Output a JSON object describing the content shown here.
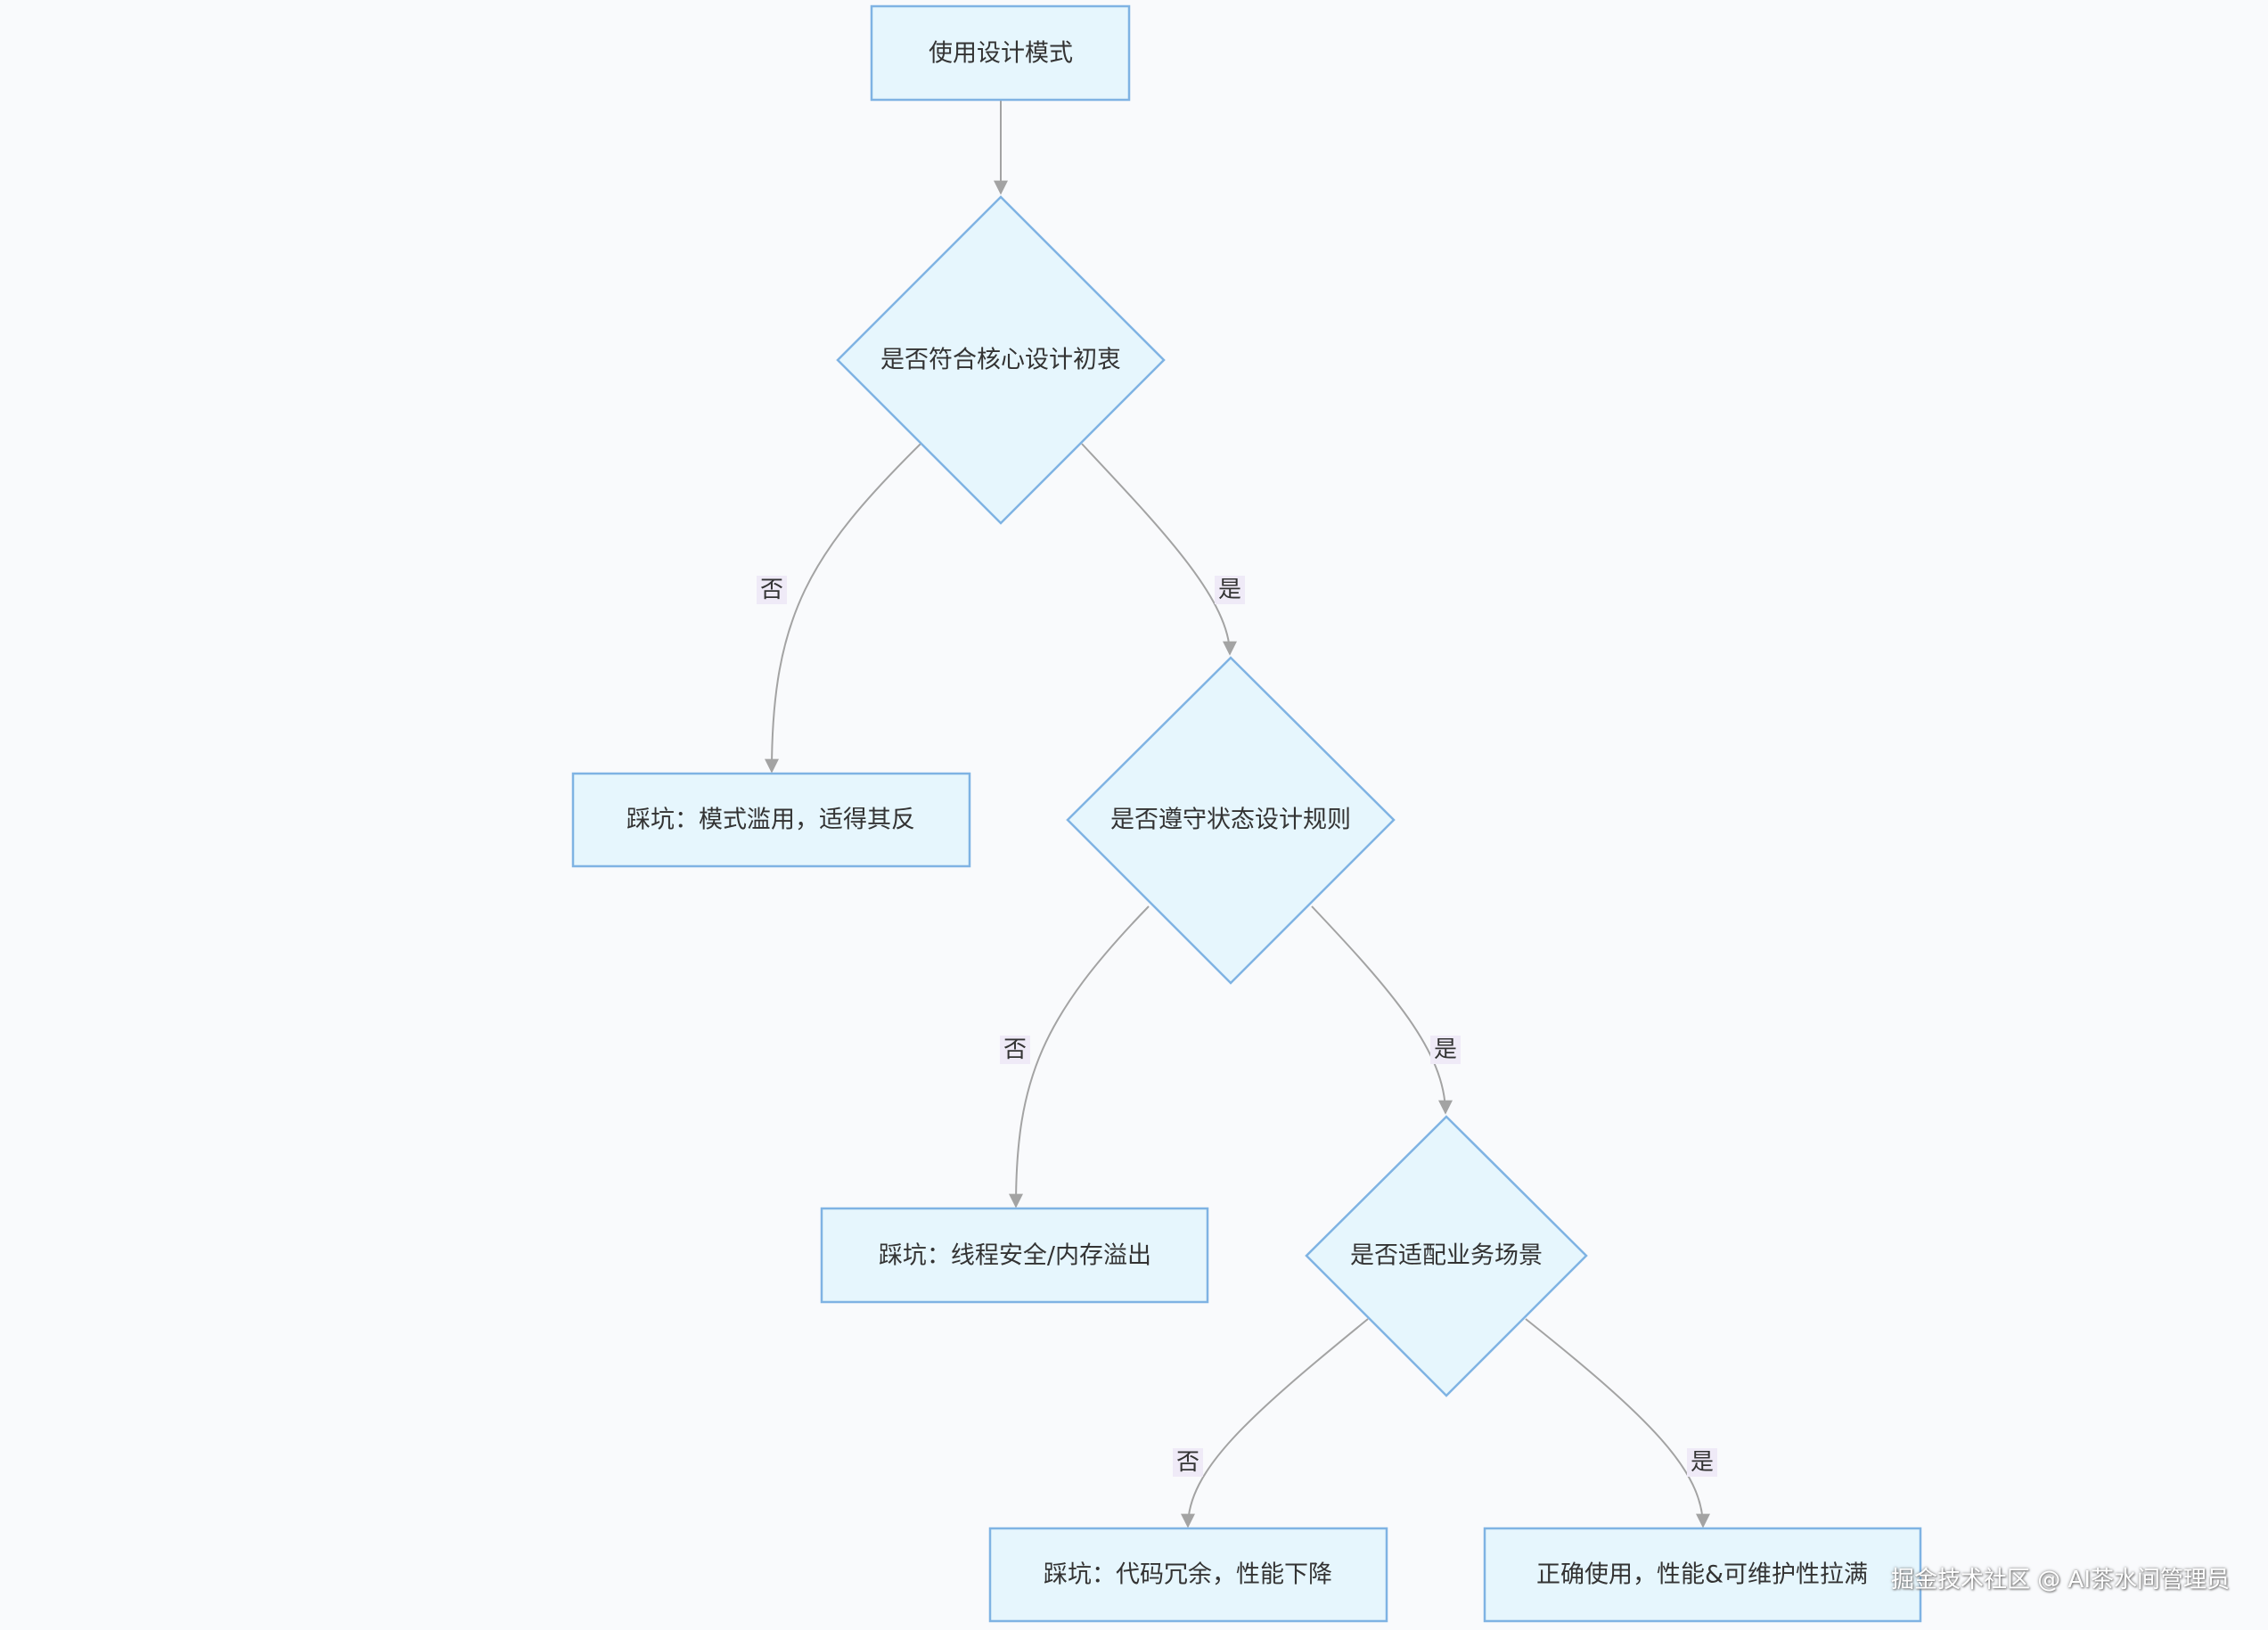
{
  "nodes": {
    "start": "使用设计模式",
    "decision_intent": "是否符合核心设计初衷",
    "pitfall_abuse": "踩坑：模式滥用，适得其反",
    "decision_rules": "是否遵守状态设计规则",
    "pitfall_thread": "踩坑：线程安全/内存溢出",
    "decision_scenario": "是否适配业务场景",
    "pitfall_redundant": "踩坑：代码冗余，性能下降",
    "result_correct": "正确使用，性能&可维护性拉满"
  },
  "edge_labels": {
    "yes": "是",
    "no": "否"
  },
  "colors": {
    "node_fill": "#e6f6fd",
    "node_stroke": "#7fb3e3",
    "edge": "#a3a3a3",
    "label_bg": "#efeaf7",
    "text": "#333333"
  },
  "watermark": "掘金技术社区 @ AI茶水间管理员"
}
